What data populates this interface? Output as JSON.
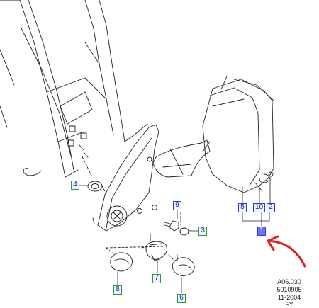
{
  "callouts": {
    "c1": "1",
    "c2": "2",
    "c3": "3",
    "c4": "4",
    "c5": "5",
    "c6": "6",
    "c7": "7",
    "c8": "8",
    "c9": "9",
    "c10": "10"
  },
  "reference": {
    "code": "A06.030",
    "part_number": "5010905",
    "date": "11-2004",
    "suffix": "FY"
  },
  "colors": {
    "line": "#222222",
    "callout_border_green": "#2f9a3a",
    "callout_border_blue": "#2a3fd6",
    "callout_highlight": "#6f72ff",
    "arrow": "#e02020"
  }
}
